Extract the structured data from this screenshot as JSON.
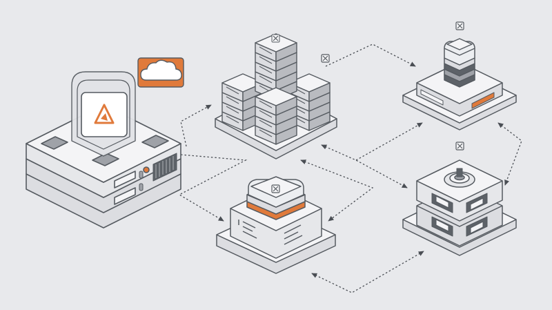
{
  "colors": {
    "background": "#e8e9ec",
    "outline": "#555a60",
    "top_face": "#f4f4f6",
    "side_face": "#dcdde1",
    "dark_face": "#b9bbc0",
    "accent": "#e07a3b",
    "connector": "#4a4e54"
  },
  "icons": [
    "cloud-icon",
    "warning-triangle-icon",
    "close-box-icon"
  ],
  "nodes": [
    "main-server",
    "server-cluster",
    "edge-device",
    "storage-appliance",
    "database-server",
    "router-switch"
  ]
}
